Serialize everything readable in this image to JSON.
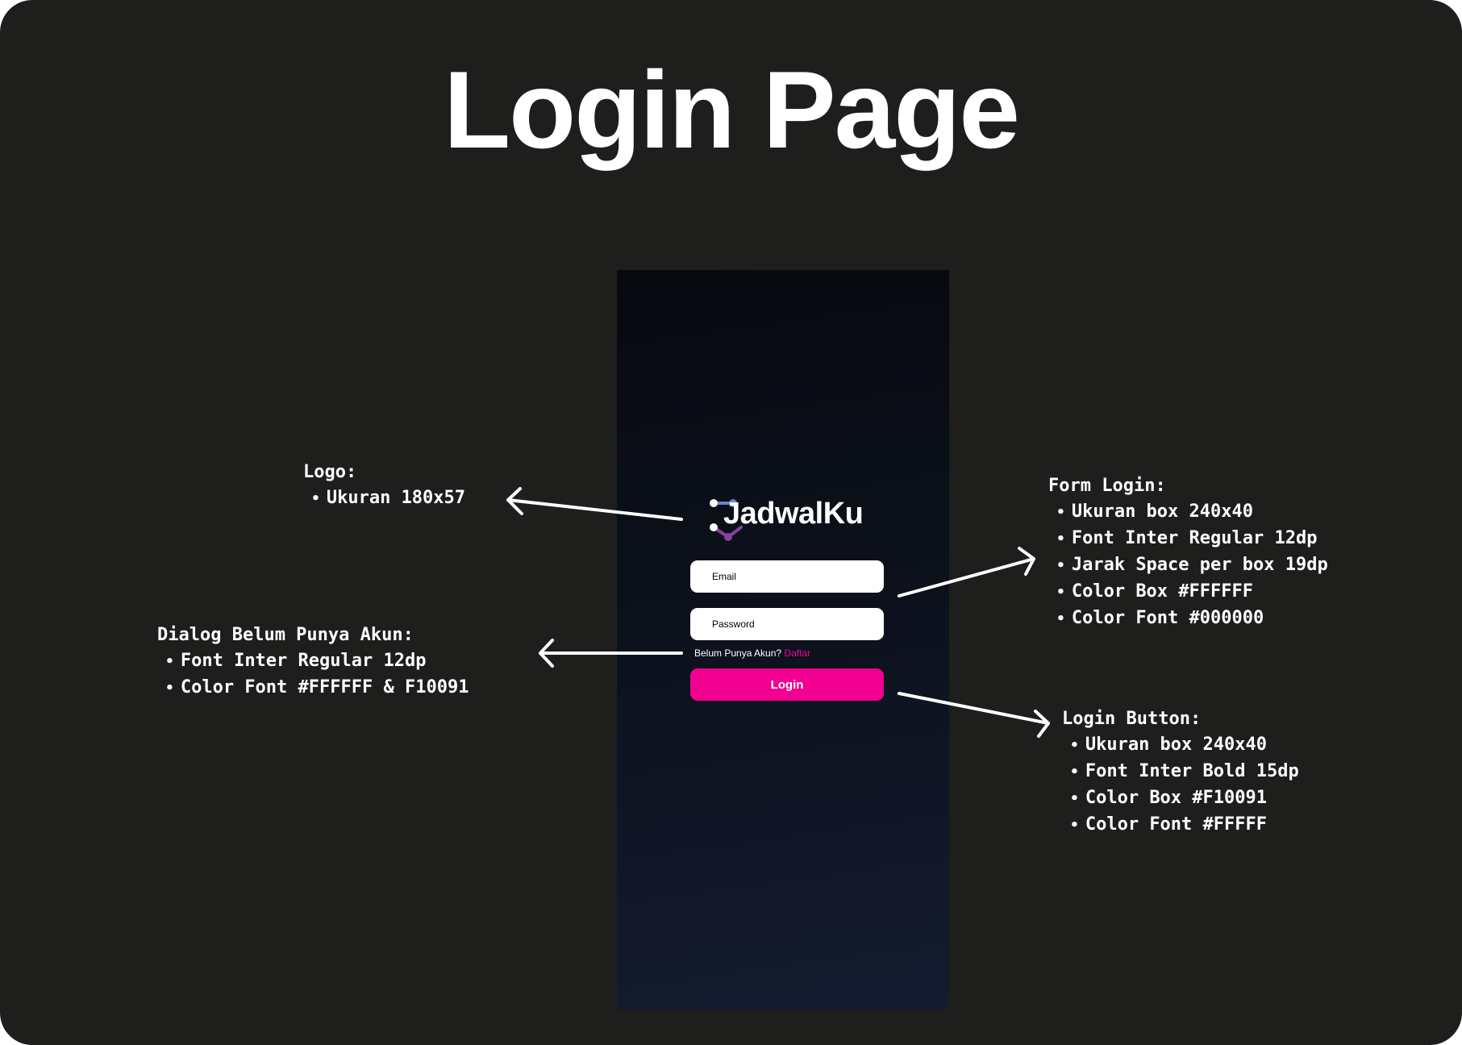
{
  "page": {
    "title": "Login Page"
  },
  "phone": {
    "logo_text": "JadwalKu",
    "email_placeholder": "Email",
    "password_placeholder": "Password",
    "signup_question": "Belum Punya Akun?",
    "signup_link": "Daftar",
    "login_label": "Login"
  },
  "annotations": {
    "logo": {
      "heading": "Logo:",
      "items": [
        "Ukuran 180x57"
      ]
    },
    "dialog": {
      "heading": "Dialog Belum Punya Akun:",
      "items": [
        "Font Inter Regular 12dp",
        "Color Font #FFFFFF & F10091"
      ]
    },
    "form": {
      "heading": "Form Login:",
      "items": [
        "Ukuran box 240x40",
        "Font Inter Regular 12dp",
        "Jarak Space per box 19dp",
        "Color Box #FFFFFF",
        "Color Font #000000"
      ]
    },
    "button": {
      "heading": "Login Button:",
      "items": [
        "Ukuran box 240x40",
        "Font Inter Bold 15dp",
        "Color Box #F10091",
        "Color Font #FFFFF"
      ]
    }
  },
  "colors": {
    "background": "#1e1e1d",
    "accent": "#F10091",
    "box": "#FFFFFF",
    "logo_blue": "#6d83c9",
    "logo_purple": "#8a3f9e"
  }
}
